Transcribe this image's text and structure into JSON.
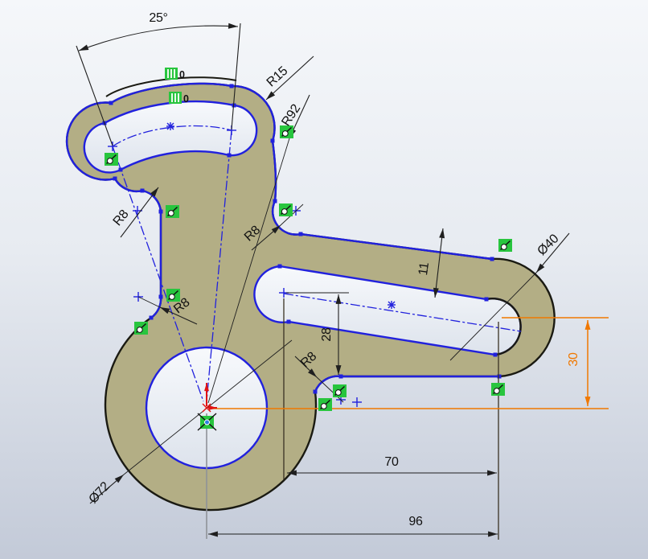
{
  "viewport": {
    "type_label": "cad-sketch-view",
    "colors": {
      "background_top": "#f4f6f9",
      "background_bottom": "#c3cad8",
      "part_face": "#b3ae85",
      "model_edge": "#1a1a12",
      "sketch_blue": "#2121dd",
      "dimension_black": "#1f1f1f",
      "selected_dimension_orange": "#f07800",
      "constraint_green": "#28c53e",
      "origin_red": "#e21212"
    }
  },
  "dimensions": {
    "angle": "25°",
    "radius_slot_end": "R15",
    "radius_slot_arc": "R92",
    "fillet_top_left": "R8",
    "fillet_mid_left": "R8",
    "fillet_arm_junction": "R8",
    "fillet_arm_bottom": "R8",
    "diameter_arm_end": "Ø40",
    "diameter_boss": "Ø72",
    "arm_band_width": "11",
    "slot_height": "28",
    "arm_end_offset": "30",
    "slot_length": "70",
    "overall_length": "96"
  },
  "constraint_badges": {
    "parallel0_a": "0",
    "parallel0_b": "0"
  },
  "constraints": {
    "tangent": "tangent",
    "parallel": "parallel",
    "coincident": "coincident"
  }
}
